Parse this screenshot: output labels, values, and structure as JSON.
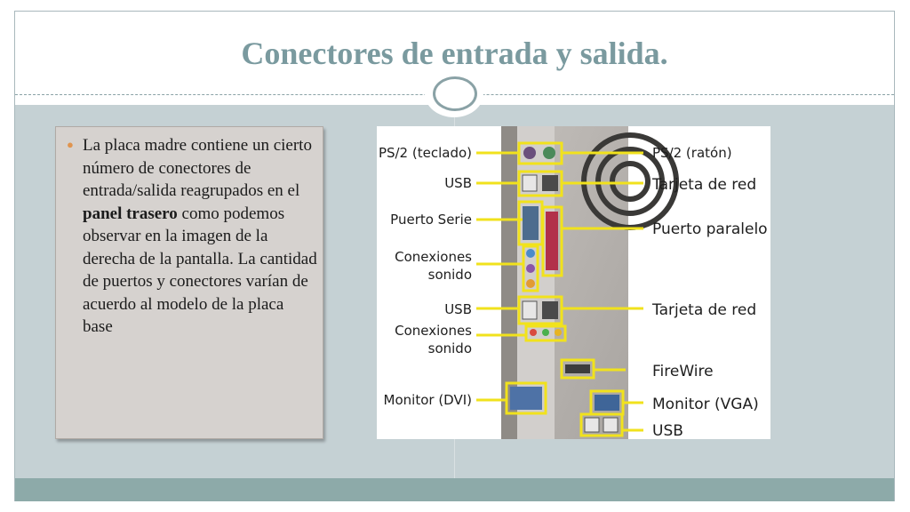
{
  "slide": {
    "title": "Conectores de entrada y salida.",
    "bullet": {
      "text_before": "La placa madre contiene un cierto número de conectores de entrada/salida reagrupados en el ",
      "bold": "panel trasero",
      "text_after": " como podemos observar en la imagen de la derecha de la pantalla. La cantidad de puertos y conectores varían de acuerdo al modelo de la placa base"
    }
  },
  "diagram": {
    "labels_left": [
      "PS/2 (teclado)",
      "USB",
      "Puerto Serie",
      "Conexiones",
      "sonido",
      "USB",
      "Conexiones",
      "sonido",
      "Monitor (DVI)"
    ],
    "labels_right": [
      "PS/2 (ratón)",
      "Tarjeta de red",
      "Puerto paralelo",
      "Tarjeta de red",
      "FireWire",
      "Monitor (VGA)",
      "USB"
    ]
  },
  "colors": {
    "title": "#7a9a9f",
    "content_bg": "#c5d1d4",
    "footer": "#8daaa9",
    "bullet": "#e0944f",
    "callout": "#f1e21c"
  }
}
